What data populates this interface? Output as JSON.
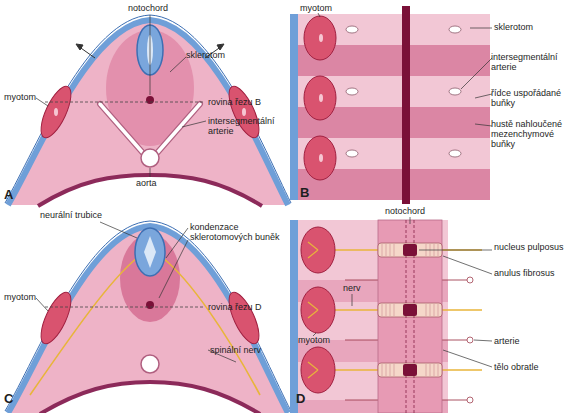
{
  "diagram": {
    "labels": [
      "notochord",
      "sklerotom",
      "myotom",
      "rovina řezu B",
      "intersegmentální arterie",
      "aorta",
      "A",
      "myotom",
      "sklerotom",
      "intersegmentální arterie",
      "řídce uspořádané buňky",
      "hustě nahloučené mezenchymové buňky",
      "B",
      "neurální trubice",
      "kondenzace sklerotomových buněk",
      "myotom",
      "rovina řezu D",
      "spinální nerv",
      "C",
      "notochord",
      "nucleus pulposus",
      "anulus fibrosus",
      "nerv",
      "myotom",
      "arterie",
      "tělo obratle",
      "D"
    ]
  }
}
